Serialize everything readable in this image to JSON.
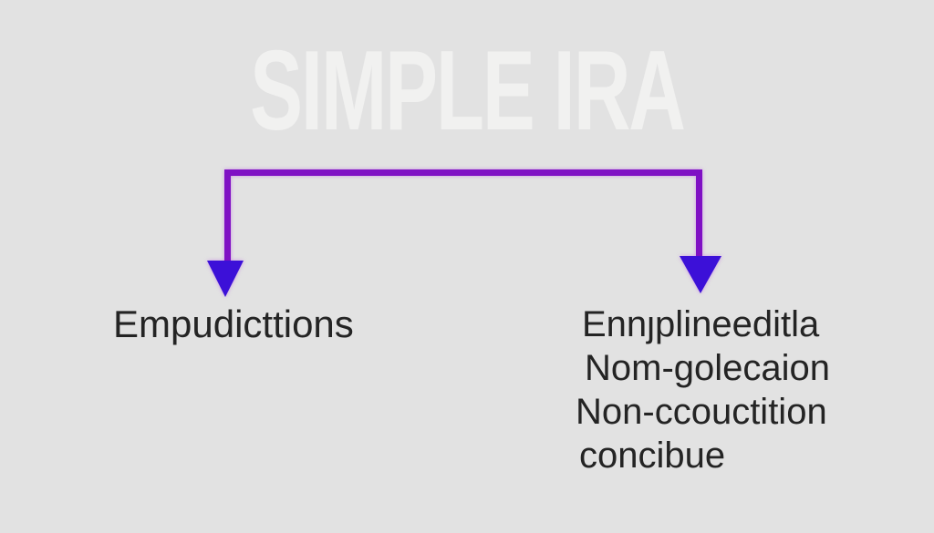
{
  "diagram": {
    "title": "SIMPLE IRA",
    "left_branch": {
      "label": "Empudicttions"
    },
    "right_branch": {
      "lines": [
        "Ennȷplineeditla",
        "Nom-golecaion",
        "Non-ccouctition",
        "concibue"
      ]
    }
  },
  "colors": {
    "background": "#e2e2e2",
    "title_text": "#f1f1f0",
    "body_text": "#242424",
    "connector_line": "#7f10c4",
    "arrowhead": "#3c10d8"
  }
}
